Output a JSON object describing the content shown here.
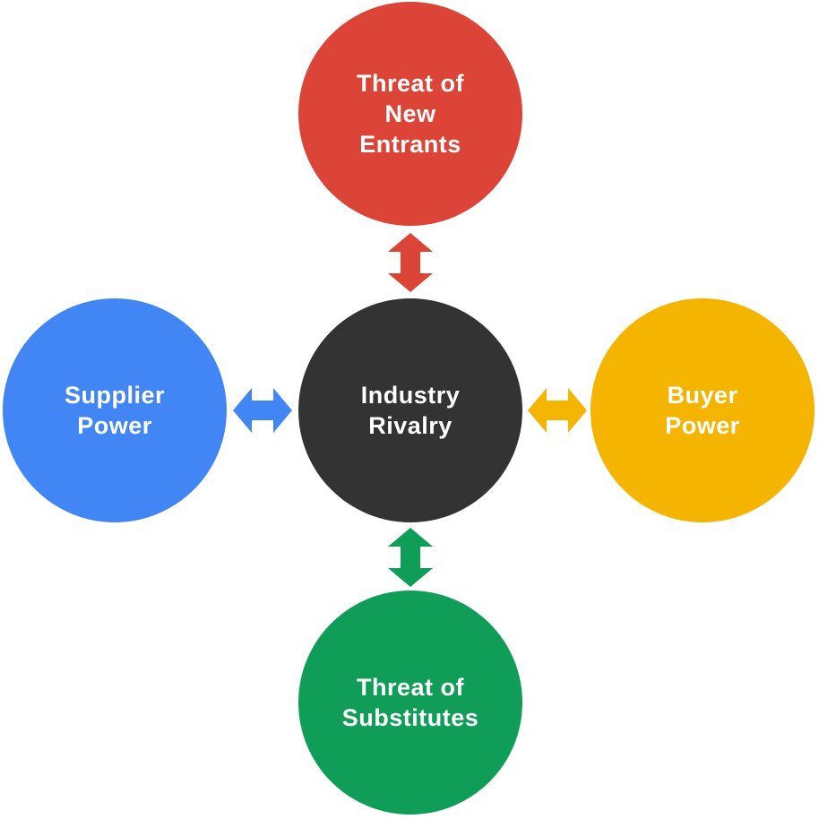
{
  "background_color": "#FFFFFF",
  "text_color": "#FFFFFF",
  "forces": {
    "center": {
      "label": "Industry\nRivalry",
      "color": "#333333"
    },
    "top": {
      "label": "Threat of\nNew\nEntrants",
      "color": "#DB4437"
    },
    "left": {
      "label": "Supplier\nPower",
      "color": "#4285F4"
    },
    "right": {
      "label": "Buyer\nPower",
      "color": "#F4B400"
    },
    "bottom": {
      "label": "Threat of\nSubstitutes",
      "color": "#0F9D58"
    }
  },
  "arrows": {
    "top": {
      "color": "#DB4437",
      "direction": "vertical",
      "style": "double-headed"
    },
    "left": {
      "color": "#4285F4",
      "direction": "horizontal",
      "style": "double-headed"
    },
    "right": {
      "color": "#F4B400",
      "direction": "horizontal",
      "style": "double-headed"
    },
    "bottom": {
      "color": "#0F9D58",
      "direction": "vertical",
      "style": "double-headed"
    }
  }
}
